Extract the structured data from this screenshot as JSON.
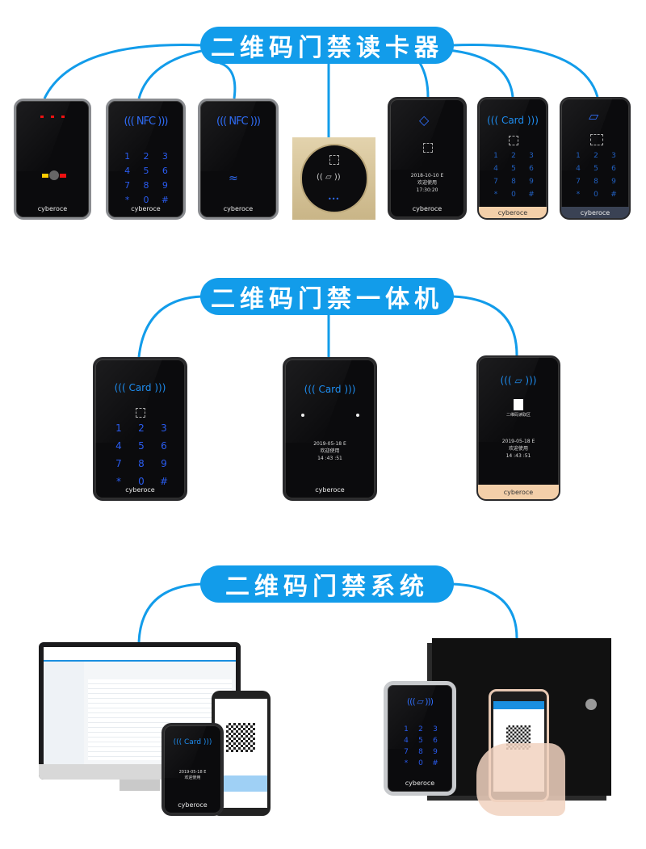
{
  "sections": [
    {
      "title": "二维码门禁读卡器"
    },
    {
      "title": "二维码门禁一体机"
    },
    {
      "title": "二维码门禁系统"
    }
  ],
  "brand": "cyberoce",
  "nfc_label": "((( NFC )))",
  "card_label": "((( Card )))",
  "keypad": [
    "1",
    "2",
    "3",
    "4",
    "5",
    "6",
    "7",
    "8",
    "9",
    "*",
    "0",
    "#"
  ],
  "screen1": {
    "date": "2018-10-10 E",
    "welcome": "欢迎使用",
    "time": "17:30:20"
  },
  "screen2": {
    "date": "2019-05-18 E",
    "welcome": "欢迎使用",
    "time": "14 :43 :51"
  },
  "qr_area_label": "二维码读取区",
  "colors": {
    "accent": "#129cea",
    "gold": "#d8c49a",
    "peach": "#f3cfa9",
    "navy": "#3a4254"
  }
}
